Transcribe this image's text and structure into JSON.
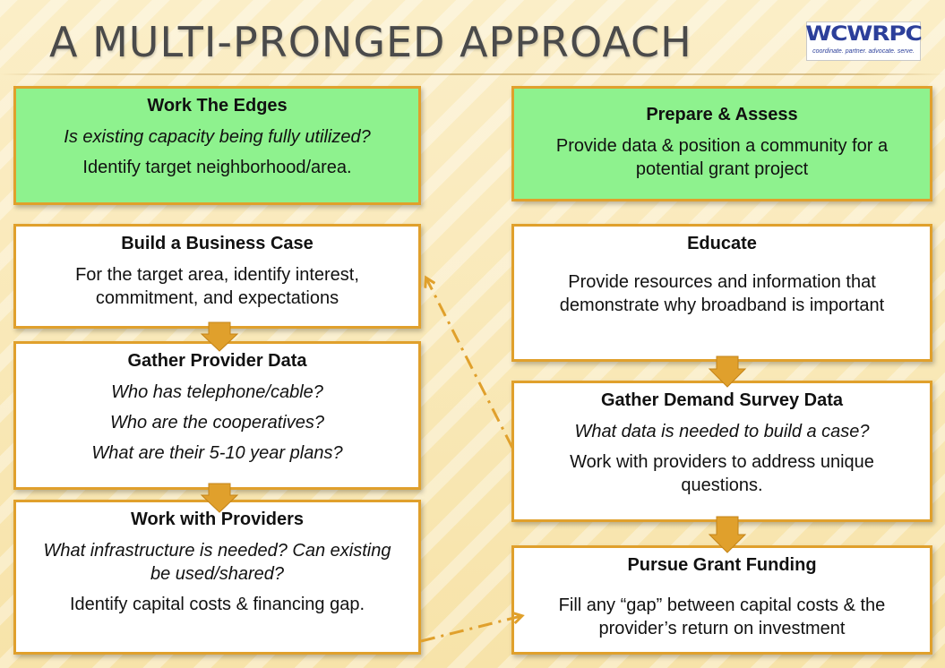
{
  "title": "A MULTI-PRONGED APPROACH",
  "logo": {
    "mark": "WCWRPC",
    "tagline": "coordinate. partner. advocate. serve."
  },
  "colors": {
    "box_border": "#e0a02c",
    "green_fill": "#8ef28e",
    "arrow": "#e0a02c"
  },
  "left": {
    "work_edges": {
      "heading": "Work The Edges",
      "q1": "Is existing capacity being fully utilized?",
      "t1": "Identify target neighborhood/area."
    },
    "business_case": {
      "heading": "Build a Business Case",
      "t1": "For the target area, identify interest, commitment, and expectations"
    },
    "provider_data": {
      "heading": "Gather Provider Data",
      "q1": "Who has telephone/cable?",
      "q2": "Who are the cooperatives?",
      "q3": "What are their 5-10 year plans?"
    },
    "work_providers": {
      "heading": "Work with Providers",
      "q1": "What infrastructure is needed? Can existing be used/shared?",
      "t1": "Identify capital costs & financing gap."
    }
  },
  "right": {
    "prepare": {
      "heading": "Prepare & Assess",
      "t1": "Provide data & position a community for a potential grant project"
    },
    "educate": {
      "heading": "Educate",
      "t1": "Provide resources and information that demonstrate why broadband is important"
    },
    "demand": {
      "heading": "Gather Demand Survey Data",
      "q1": "What data is needed to build a case?",
      "t1": "Work with providers to address unique questions."
    },
    "grant": {
      "heading": "Pursue Grant Funding",
      "t1": "Fill any “gap” between capital costs & the provider’s return on investment"
    }
  }
}
